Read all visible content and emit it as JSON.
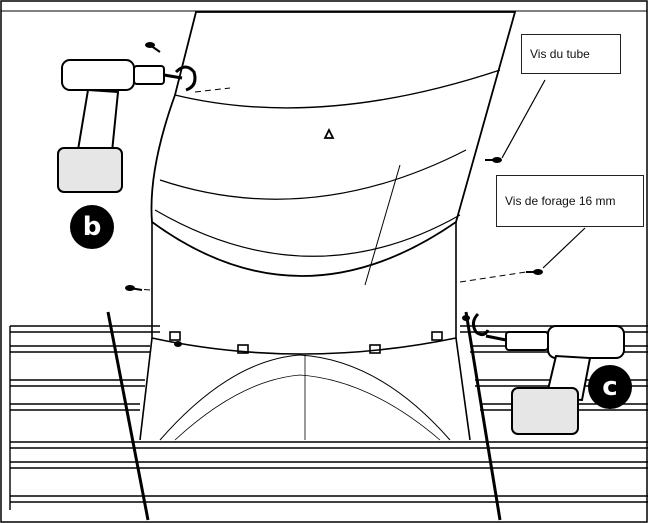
{
  "labels": {
    "tube_screw": "Vis du tube",
    "drill_screw": "Vis de forage 16 mm"
  },
  "badges": {
    "b": "b",
    "c": "c"
  },
  "icons": {
    "drill_left": "power-drill-icon",
    "drill_right": "power-drill-icon",
    "screw": "screw-icon"
  }
}
